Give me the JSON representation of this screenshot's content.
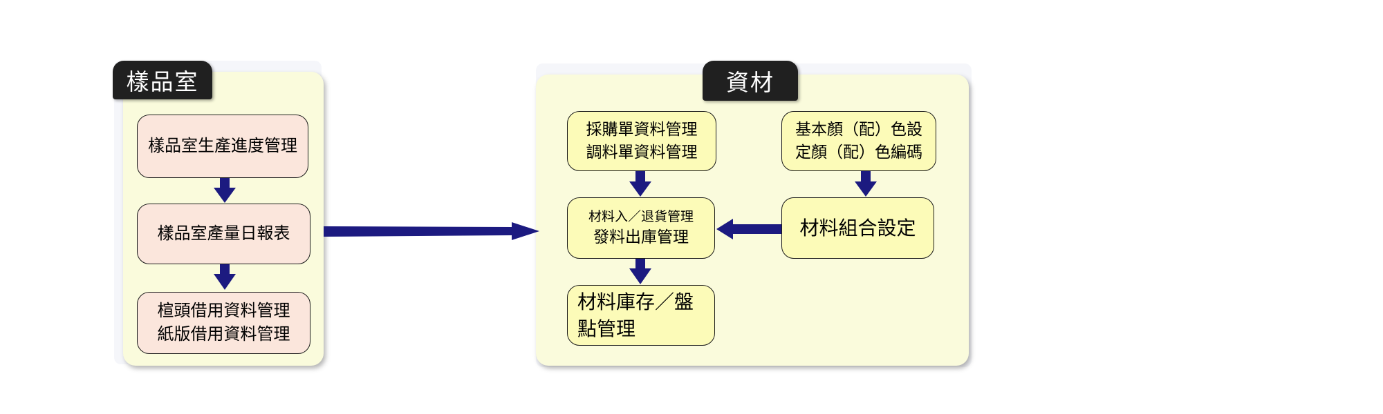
{
  "colors": {
    "panel_fill": "#fafbdc",
    "sample_box_fill": "#fbe6dc",
    "material_box_fill": "#fcfbb8",
    "arrow": "#1c1a80",
    "title_fill": "#202020",
    "title_text": "#ffffff"
  },
  "sample_room": {
    "title": "樣品室",
    "boxes": [
      {
        "lines": [
          "樣品室生產進度管理"
        ]
      },
      {
        "lines": [
          "樣品室產量日報表"
        ]
      },
      {
        "lines": [
          "楦頭借用資料管理",
          "紙版借用資料管理"
        ]
      }
    ]
  },
  "materials": {
    "title": "資材",
    "boxes": [
      {
        "lines": [
          "採購單資料管理",
          "調料單資料管理"
        ]
      },
      {
        "lines": [
          "材料入／退貨管理",
          "發料出庫管理"
        ]
      },
      {
        "lines": [
          "材料庫存／盤",
          "點管理"
        ]
      },
      {
        "lines": [
          "基本顏（配）色設",
          "定顏（配）色編碼"
        ]
      },
      {
        "lines": [
          "材料組合設定"
        ]
      }
    ]
  }
}
